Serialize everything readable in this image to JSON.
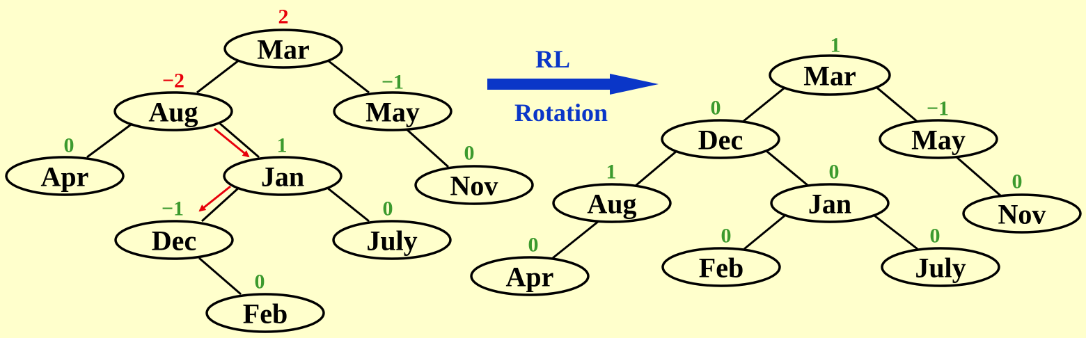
{
  "colors": {
    "background": "#ffffcc",
    "unbalanced": "#e8000b",
    "balanced": "#3c9a2e",
    "operation": "#0a36c8",
    "pointer_arrow": "#e8000b"
  },
  "operation": {
    "line1": "RL",
    "line2": "Rotation",
    "arrow_icon": "right-arrow"
  },
  "before_tree": {
    "nodes": [
      {
        "id": "mar",
        "label": "Mar",
        "bf": "2",
        "status": "unbalanced"
      },
      {
        "id": "aug",
        "label": "Aug",
        "bf": "−2",
        "status": "unbalanced"
      },
      {
        "id": "may",
        "label": "May",
        "bf": "−1",
        "status": "balanced"
      },
      {
        "id": "apr",
        "label": "Apr",
        "bf": "0",
        "status": "balanced"
      },
      {
        "id": "jan",
        "label": "Jan",
        "bf": "1",
        "status": "balanced"
      },
      {
        "id": "nov",
        "label": "Nov",
        "bf": "0",
        "status": "balanced"
      },
      {
        "id": "dec",
        "label": "Dec",
        "bf": "−1",
        "status": "balanced"
      },
      {
        "id": "july",
        "label": "July",
        "bf": "0",
        "status": "balanced"
      },
      {
        "id": "feb",
        "label": "Feb",
        "bf": "0",
        "status": "balanced"
      }
    ],
    "edges": [
      [
        "mar",
        "aug"
      ],
      [
        "mar",
        "may"
      ],
      [
        "aug",
        "apr"
      ],
      [
        "aug",
        "jan"
      ],
      [
        "may",
        "nov"
      ],
      [
        "jan",
        "dec"
      ],
      [
        "jan",
        "july"
      ],
      [
        "dec",
        "feb"
      ]
    ],
    "pointer_arrows": [
      [
        "aug",
        "jan"
      ],
      [
        "jan",
        "dec"
      ]
    ]
  },
  "after_tree": {
    "nodes": [
      {
        "id": "mar",
        "label": "Mar",
        "bf": "1",
        "status": "balanced"
      },
      {
        "id": "dec",
        "label": "Dec",
        "bf": "0",
        "status": "balanced"
      },
      {
        "id": "may",
        "label": "May",
        "bf": "−1",
        "status": "balanced"
      },
      {
        "id": "aug",
        "label": "Aug",
        "bf": "1",
        "status": "balanced"
      },
      {
        "id": "jan",
        "label": "Jan",
        "bf": "0",
        "status": "balanced"
      },
      {
        "id": "nov",
        "label": "Nov",
        "bf": "0",
        "status": "balanced"
      },
      {
        "id": "apr",
        "label": "Apr",
        "bf": "0",
        "status": "balanced"
      },
      {
        "id": "feb",
        "label": "Feb",
        "bf": "0",
        "status": "balanced"
      },
      {
        "id": "july",
        "label": "July",
        "bf": "0",
        "status": "balanced"
      }
    ],
    "edges": [
      [
        "mar",
        "dec"
      ],
      [
        "mar",
        "may"
      ],
      [
        "dec",
        "aug"
      ],
      [
        "dec",
        "jan"
      ],
      [
        "may",
        "nov"
      ],
      [
        "aug",
        "apr"
      ],
      [
        "jan",
        "feb"
      ],
      [
        "jan",
        "july"
      ]
    ]
  }
}
